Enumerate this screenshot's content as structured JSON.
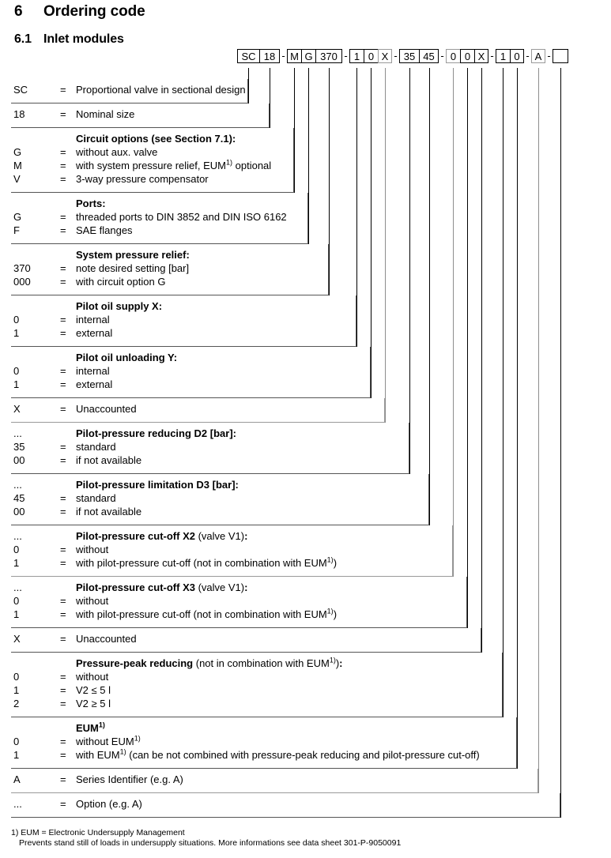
{
  "headings": {
    "section_number": "6",
    "section_title": "Ordering code",
    "sub_number": "6.1",
    "sub_title": "Inlet modules"
  },
  "code_string": {
    "separator": "-",
    "groups": [
      {
        "cells": [
          {
            "text": "SC",
            "w": "w-sc"
          },
          {
            "text": "18",
            "w": "w-18"
          }
        ]
      },
      {
        "cells": [
          {
            "text": "M",
            "w": "w-1"
          },
          {
            "text": "G",
            "w": "w-1"
          },
          {
            "text": "370",
            "w": "w-370"
          }
        ]
      },
      {
        "cells": [
          {
            "text": "1",
            "w": "w-1"
          },
          {
            "text": "0",
            "w": "w-1"
          },
          {
            "text": "X",
            "w": "w-1",
            "dim": true
          }
        ]
      },
      {
        "cells": [
          {
            "text": "35",
            "w": "w-2"
          },
          {
            "text": "45",
            "w": "w-2"
          }
        ]
      },
      {
        "cells": [
          {
            "text": "0",
            "w": "w-1",
            "dim": true
          },
          {
            "text": "0",
            "w": "w-1"
          },
          {
            "text": "X",
            "w": "w-1"
          }
        ]
      },
      {
        "cells": [
          {
            "text": "1",
            "w": "w-1"
          },
          {
            "text": "0",
            "w": "w-1"
          }
        ]
      },
      {
        "cells": [
          {
            "text": "A",
            "w": "w-1",
            "dim": true
          }
        ]
      },
      {
        "cells": [
          {
            "text": "",
            "w": "w-blank"
          }
        ]
      }
    ]
  },
  "blocks": [
    {
      "name": "designation",
      "caption": null,
      "lines": [
        {
          "key": "SC",
          "eq": "=",
          "val": "Proportional valve in sectional design"
        }
      ]
    },
    {
      "name": "nominal-size",
      "caption": null,
      "lines": [
        {
          "key": "18",
          "eq": "=",
          "val": "Nominal size"
        }
      ]
    },
    {
      "name": "circuit-options",
      "caption": "Circuit options (see Section 7.1):",
      "lines": [
        {
          "key": "G",
          "eq": "=",
          "val": "without aux. valve"
        },
        {
          "key": "M",
          "eq": "=",
          "val": "with system pressure relief, EUM<sup>1)</sup> optional"
        },
        {
          "key": "V",
          "eq": "=",
          "val": "3-way pressure compensator"
        }
      ]
    },
    {
      "name": "ports",
      "caption": "Ports:",
      "lines": [
        {
          "key": "G",
          "eq": "=",
          "val": "threaded ports to DIN 3852 and DIN ISO 6162"
        },
        {
          "key": "F",
          "eq": "=",
          "val": "SAE flanges"
        }
      ]
    },
    {
      "name": "system-pressure-relief",
      "caption": "System pressure relief:",
      "lines": [
        {
          "key": "370",
          "eq": "=",
          "val": "note desired setting [bar]"
        },
        {
          "key": "000",
          "eq": "=",
          "val": "with circuit option G"
        }
      ]
    },
    {
      "name": "pilot-oil-supply-x",
      "caption": "Pilot oil supply X:",
      "lines": [
        {
          "key": "0",
          "eq": "=",
          "val": "internal"
        },
        {
          "key": "1",
          "eq": "=",
          "val": "external"
        }
      ]
    },
    {
      "name": "pilot-oil-unloading-y",
      "caption": "Pilot oil unloading Y:",
      "lines": [
        {
          "key": "0",
          "eq": "=",
          "val": "internal"
        },
        {
          "key": "1",
          "eq": "=",
          "val": "external"
        }
      ]
    },
    {
      "name": "unaccounted-1",
      "caption": null,
      "lines": [
        {
          "key": "X",
          "eq": "=",
          "val": "Unaccounted"
        }
      ]
    },
    {
      "name": "pilot-pressure-reducing-d2",
      "caption": "Pilot-pressure reducing D2 [bar]:",
      "key_above": "...",
      "lines": [
        {
          "key": "35",
          "eq": "=",
          "val": "standard"
        },
        {
          "key": "00",
          "eq": "=",
          "val": "if not available"
        }
      ]
    },
    {
      "name": "pilot-pressure-limitation-d3",
      "caption": "Pilot-pressure limitation D3 [bar]:",
      "key_above": "...",
      "lines": [
        {
          "key": "45",
          "eq": "=",
          "val": "standard"
        },
        {
          "key": "00",
          "eq": "=",
          "val": "if not available"
        }
      ]
    },
    {
      "name": "pilot-pressure-cut-off-x2",
      "caption": "Pilot-pressure cut-off X2 <span class=\"light\">(valve V1)</span>:",
      "key_above": "...",
      "lines": [
        {
          "key": "0",
          "eq": "=",
          "val": "without"
        },
        {
          "key": "1",
          "eq": "=",
          "val": "with pilot-pressure cut-off (not in combination with EUM<sup>1)</sup>)"
        }
      ]
    },
    {
      "name": "pilot-pressure-cut-off-x3",
      "caption": "Pilot-pressure cut-off X3 <span class=\"light\">(valve V1)</span>:",
      "key_above": "...",
      "lines": [
        {
          "key": "0",
          "eq": "=",
          "val": "without"
        },
        {
          "key": "1",
          "eq": "=",
          "val": "with pilot-pressure cut-off (not in combination with EUM<sup>1)</sup>)"
        }
      ]
    },
    {
      "name": "unaccounted-2",
      "caption": null,
      "lines": [
        {
          "key": "X",
          "eq": "=",
          "val": "Unaccounted"
        }
      ]
    },
    {
      "name": "pressure-peak-reducing",
      "caption": "Pressure-peak reducing <span class=\"light\">(not in combination with EUM<sup>1)</sup>)</span>:",
      "lines": [
        {
          "key": "0",
          "eq": "=",
          "val": "without"
        },
        {
          "key": "1",
          "eq": "=",
          "val": "V2 ≤ 5 l"
        },
        {
          "key": "2",
          "eq": "=",
          "val": "V2 ≥ 5 l"
        }
      ]
    },
    {
      "name": "eum",
      "caption": "EUM<sup>1)</sup>",
      "lines": [
        {
          "key": "0",
          "eq": "=",
          "val": "without EUM<sup>1)</sup>"
        },
        {
          "key": "1",
          "eq": "=",
          "val": "with EUM<sup>1)</sup> (can be not combined with pressure-peak reducing and pilot-pressure cut-off)"
        }
      ]
    },
    {
      "name": "series-identifier",
      "caption": null,
      "lines": [
        {
          "key": "A",
          "eq": "=",
          "val": "Series Identifier <span class=\"light\">(e.g. A)</span>"
        }
      ]
    },
    {
      "name": "option",
      "caption": null,
      "lines": [
        {
          "key": "...",
          "eq": "=",
          "val": "Option <span class=\"light\">(e.g. A)</span>"
        }
      ]
    }
  ],
  "footnote": {
    "line1": "1) EUM = Electronic Undersupply Management",
    "line2": "Prevents stand still of loads in undersupply situations. More informations see data sheet 301-P-9050091"
  }
}
